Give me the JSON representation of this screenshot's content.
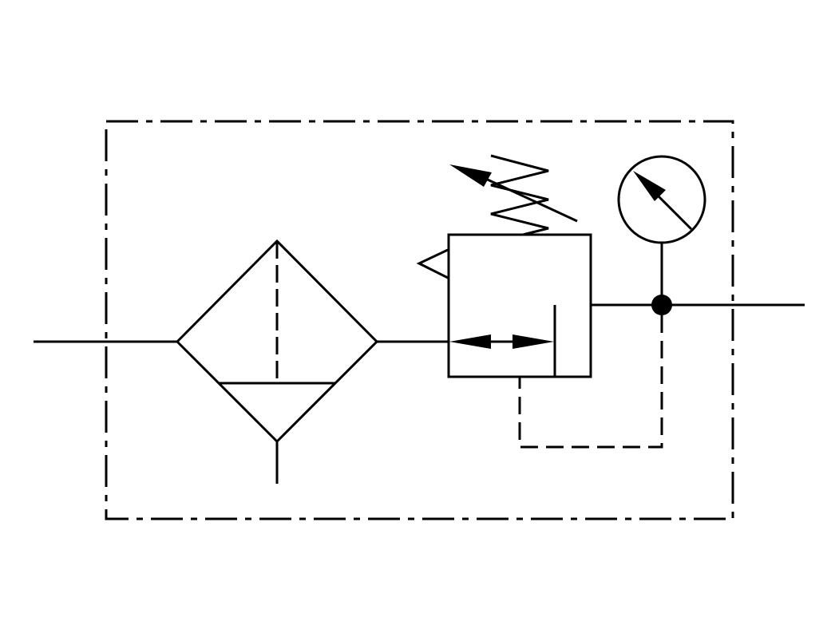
{
  "diagram": {
    "type": "pneumatic symbol",
    "components": [
      "filter-with-drain",
      "pressure-regulator-relieving",
      "pressure-gauge"
    ],
    "colors": {
      "stroke": "#000000",
      "background": "#ffffff"
    }
  }
}
